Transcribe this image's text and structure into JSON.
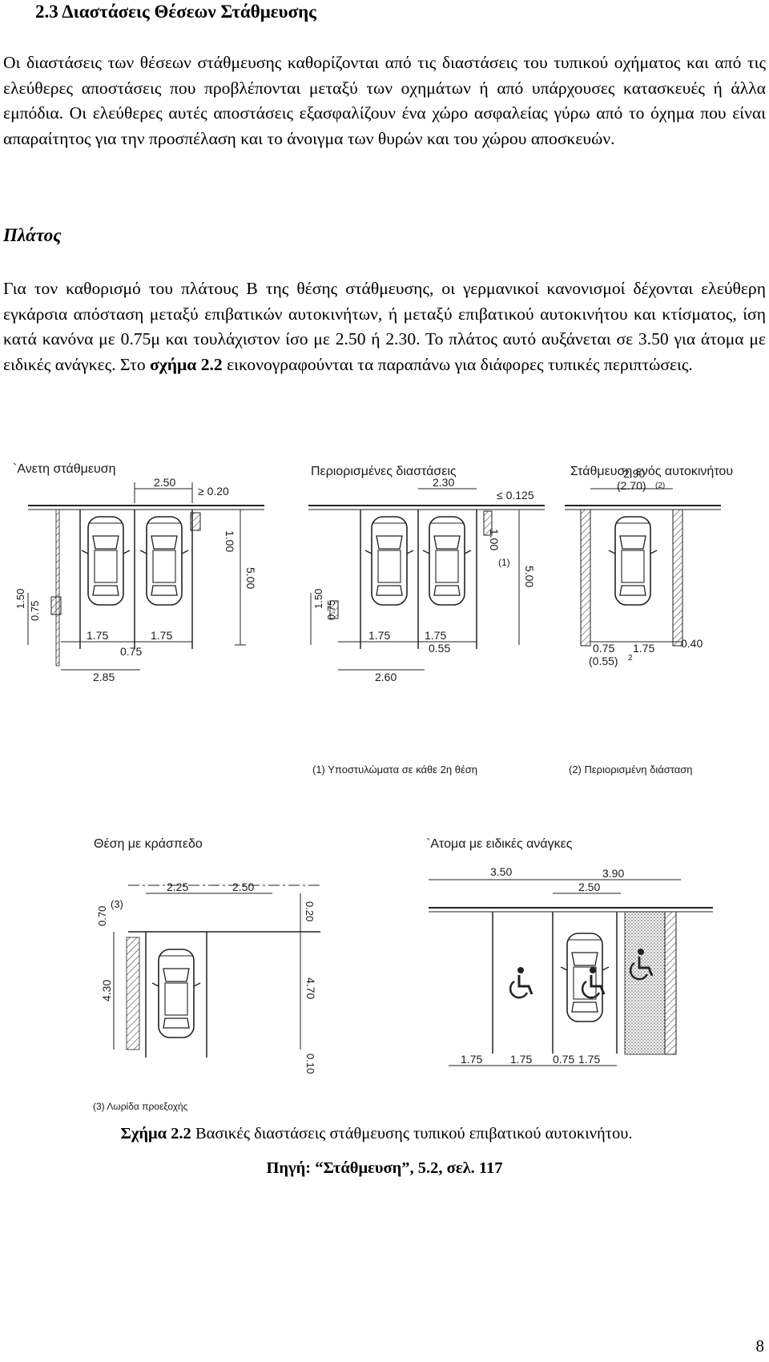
{
  "section": {
    "heading": "2.3 Διαστάσεις Θέσεων Στάθμευσης",
    "intro": "Οι διαστάσεις των θέσεων στάθμευσης καθορίζονται από τις διαστάσεις του τυπικού οχήματος και από τις ελεύθερες αποστάσεις που προβλέπονται μεταξύ των οχημάτων ή από υπάρχουσες κατασκευές ή άλλα εμπόδια. Οι ελεύθερες αυτές αποστάσεις εξασφαλίζουν ένα χώρο ασφαλείας γύρω από το όχημα που είναι απαραίτητος για την προσπέλαση και το άνοιγμα των θυρών και του χώρου αποσκευών."
  },
  "width_section": {
    "title": "Πλάτος",
    "body_before": "Για τον καθορισμό του πλάτους Β της θέσης στάθμευσης, οι γερμανικοί κανονισμοί δέχονται ελεύθερη εγκάρσια απόσταση μεταξύ επιβατικών αυτοκινήτων, ή μεταξύ επιβατικού αυτοκινήτου και κτίσματος, ίση κατά κανόνα με 0.75μ και τουλάχιστον ίσο με 2.50 ή 2.30. Το πλάτος αυτό αυξάνεται σε 3.50 για άτομα με ειδικές ανάγκες. Στο ",
    "figure_ref": "σχήμα 2.2",
    "body_after": " εικονογραφούνται τα παραπάνω για διάφορες τυπικές περιπτώσεις."
  },
  "figure": {
    "panels": {
      "free": {
        "title": "`Ανετη στάθμευση",
        "dims": [
          "2.50",
          "≥ 0.20",
          "1.00",
          "5.00",
          "1.50",
          "0.75",
          "1.75",
          "1.75",
          "0.75",
          "2.85"
        ]
      },
      "restricted": {
        "title": "Περιορισμένες διαστάσεις",
        "dims": [
          "2.30",
          "≤ 0.125",
          "1.00",
          "(1)",
          "5.00",
          "1.50",
          "0.75",
          "1.75",
          "1.75",
          "0.55",
          "2.60"
        ]
      },
      "single": {
        "title": "Στάθμευση ενός αυτοκινήτου",
        "dims": [
          "2.90",
          "(2.70)",
          "(2)",
          "0.75",
          "1.75",
          "0.40",
          "(0.55)",
          "2"
        ]
      },
      "curb": {
        "title": "Θέση με κράσπεδο",
        "dims": [
          "2.25",
          "2.50",
          "(3)",
          "0.70",
          "0.20",
          "4.30",
          "4.70",
          "0.10"
        ]
      },
      "accessible": {
        "title": "`Ατομα με ειδικές ανάγκες",
        "dims": [
          "3.50",
          "3.90",
          "2.50",
          "1.75",
          "1.75",
          "0.75",
          "1.75"
        ]
      }
    },
    "notes": {
      "n1": "(1) Υποστυλώματα σε κάθε 2η θέση",
      "n2": "(2) Περιορισμένη διάσταση",
      "n3": "(3) Λωρίδα προεξοχής"
    }
  },
  "caption": {
    "label": "Σχήμα 2.2",
    "text": " Βασικές διαστάσεις στάθμευσης τυπικού επιβατικού αυτοκινήτου.",
    "source": "Πηγή: “Στάθμευση”, 5.2, σελ. 117"
  },
  "page_number": "8"
}
